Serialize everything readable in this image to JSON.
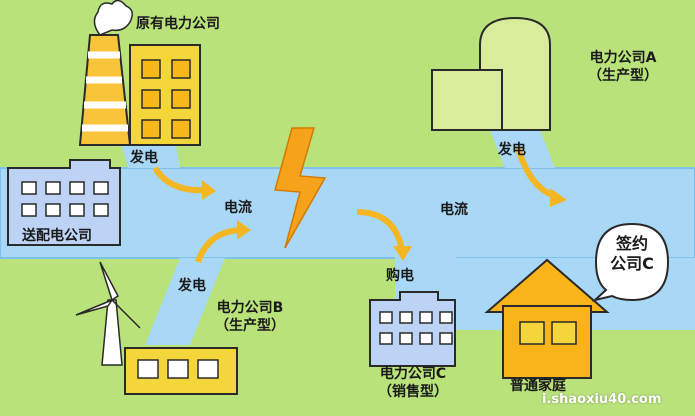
{
  "labels": {
    "original_company": "原有电力公司",
    "company_a": {
      "line1": "电力公司A",
      "line2": "（生产型）"
    },
    "company_b": {
      "line1": "电力公司B",
      "line2": "（生产型）"
    },
    "company_c": {
      "line1": "电力公司C",
      "line2": "（销售型）"
    },
    "grid_company": "送配电公司",
    "household": "普通家庭",
    "generate": "发电",
    "current": "电流",
    "purchase": "购电",
    "contract_bubble": {
      "line1": "签约",
      "line2": "公司C"
    },
    "watermark": "i.shaoxiu40.com"
  },
  "colors": {
    "background": "#b9e27a",
    "river": "#a9d8f6",
    "river_edge": "#7fc0ea",
    "arrow": "#f5b623",
    "bolt": "#f7a21b",
    "house": "#f8b418",
    "building_blue": "#bcd3f5",
    "building_yellow": "#f4d63a",
    "outline": "#2a2a2a"
  }
}
